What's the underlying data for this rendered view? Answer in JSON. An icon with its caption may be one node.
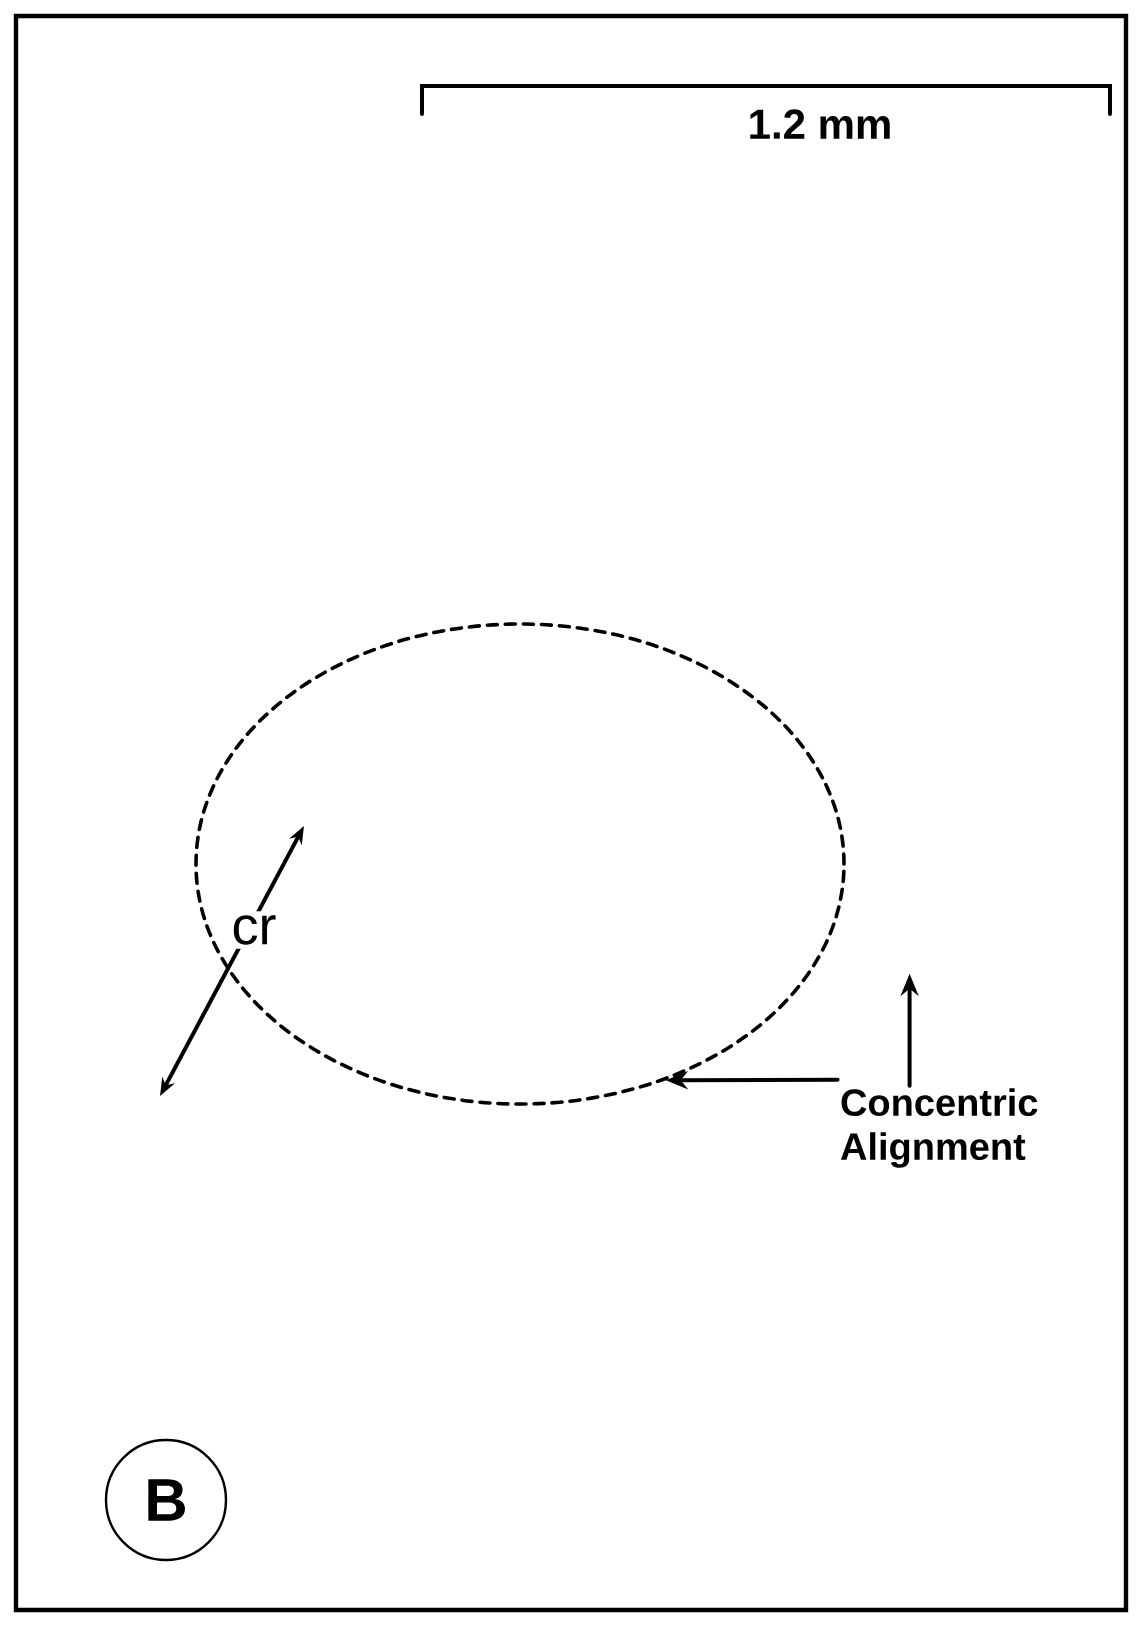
{
  "diagram": {
    "nodes": [
      {
        "text": [],
        "shape": "circle"
      },
      {
        "text": [
          "Concentric Alignment"
        ]
      },
      {
        "text": [
          "B"
        ]
      }
    ],
    "edges": [
      {
        "from": 1,
        "to": 0,
        "arrow": "to"
      },
      {
        "from": 1,
        "to": null,
        "arrow": "to"
      }
    ],
    "labels": [
      "1.2 mm",
      "cr"
    ]
  }
}
